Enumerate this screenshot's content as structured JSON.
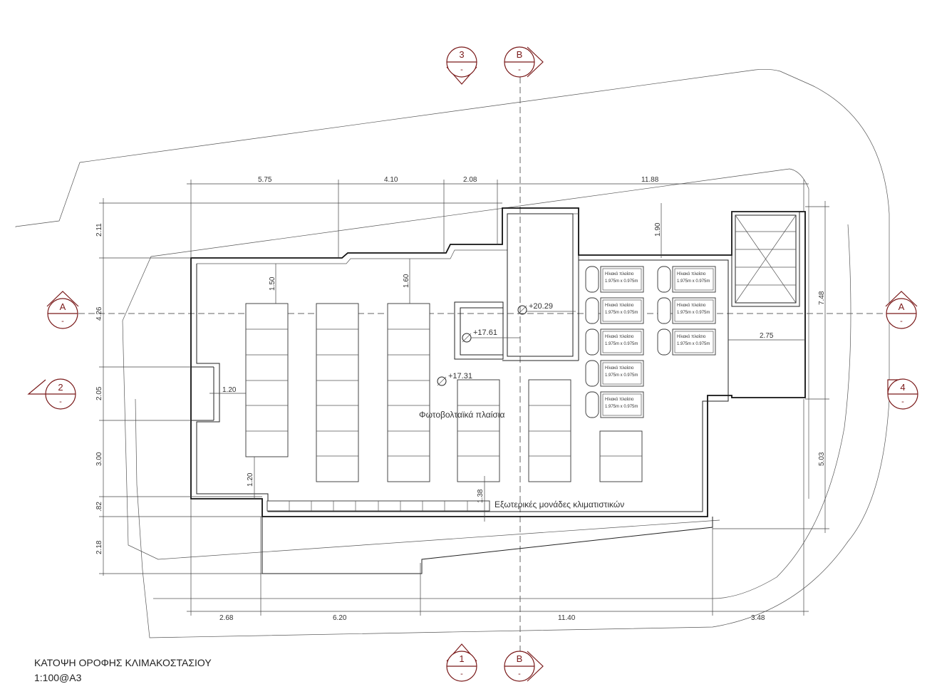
{
  "title": {
    "line1": "ΚΑΤΟΨΗ ΟΡΟΦΗΣ ΚΛΙΜΑΚΟΣΤΑΣΙΟΥ",
    "line2": "1:100@A3"
  },
  "labels": {
    "pv_panels": "Φωτοβολταϊκά πλαίσια",
    "ac_units": "Εξωτερικές μονάδες κλιματιστικών",
    "solar_panel": "Ηλιακό πλαίσιο",
    "solar_size": "1.975m x 0.975m"
  },
  "levels": {
    "l1": "+20.29",
    "l2": "+17.61",
    "l3": "+17.31"
  },
  "section_marks": {
    "top3": {
      "id": "3",
      "sub": "-"
    },
    "topB": {
      "id": "B",
      "sub": "-"
    },
    "bot1": {
      "id": "1",
      "sub": "-"
    },
    "botB": {
      "id": "B",
      "sub": "-"
    },
    "leftA": {
      "id": "A",
      "sub": "-"
    },
    "left2": {
      "id": "2",
      "sub": "-"
    },
    "rightA": {
      "id": "A",
      "sub": "-"
    },
    "right4": {
      "id": "4",
      "sub": "-"
    }
  },
  "dims": {
    "top": [
      "5.75",
      "4.10",
      "2.08",
      "11.88"
    ],
    "bottom": [
      "2.68",
      "6.20",
      "11.40",
      "3.48"
    ],
    "left": [
      "2.11",
      "4.26",
      "2.05",
      "3.00",
      ".82",
      "2.18"
    ],
    "right": [
      "7.48",
      "5.03"
    ],
    "inner": {
      "d150": "1.50",
      "d160": "1.60",
      "d120a": "1.20",
      "d120b": "1.20",
      "d138": "1.38",
      "d190": "1.90",
      "d275": "2.75"
    }
  }
}
